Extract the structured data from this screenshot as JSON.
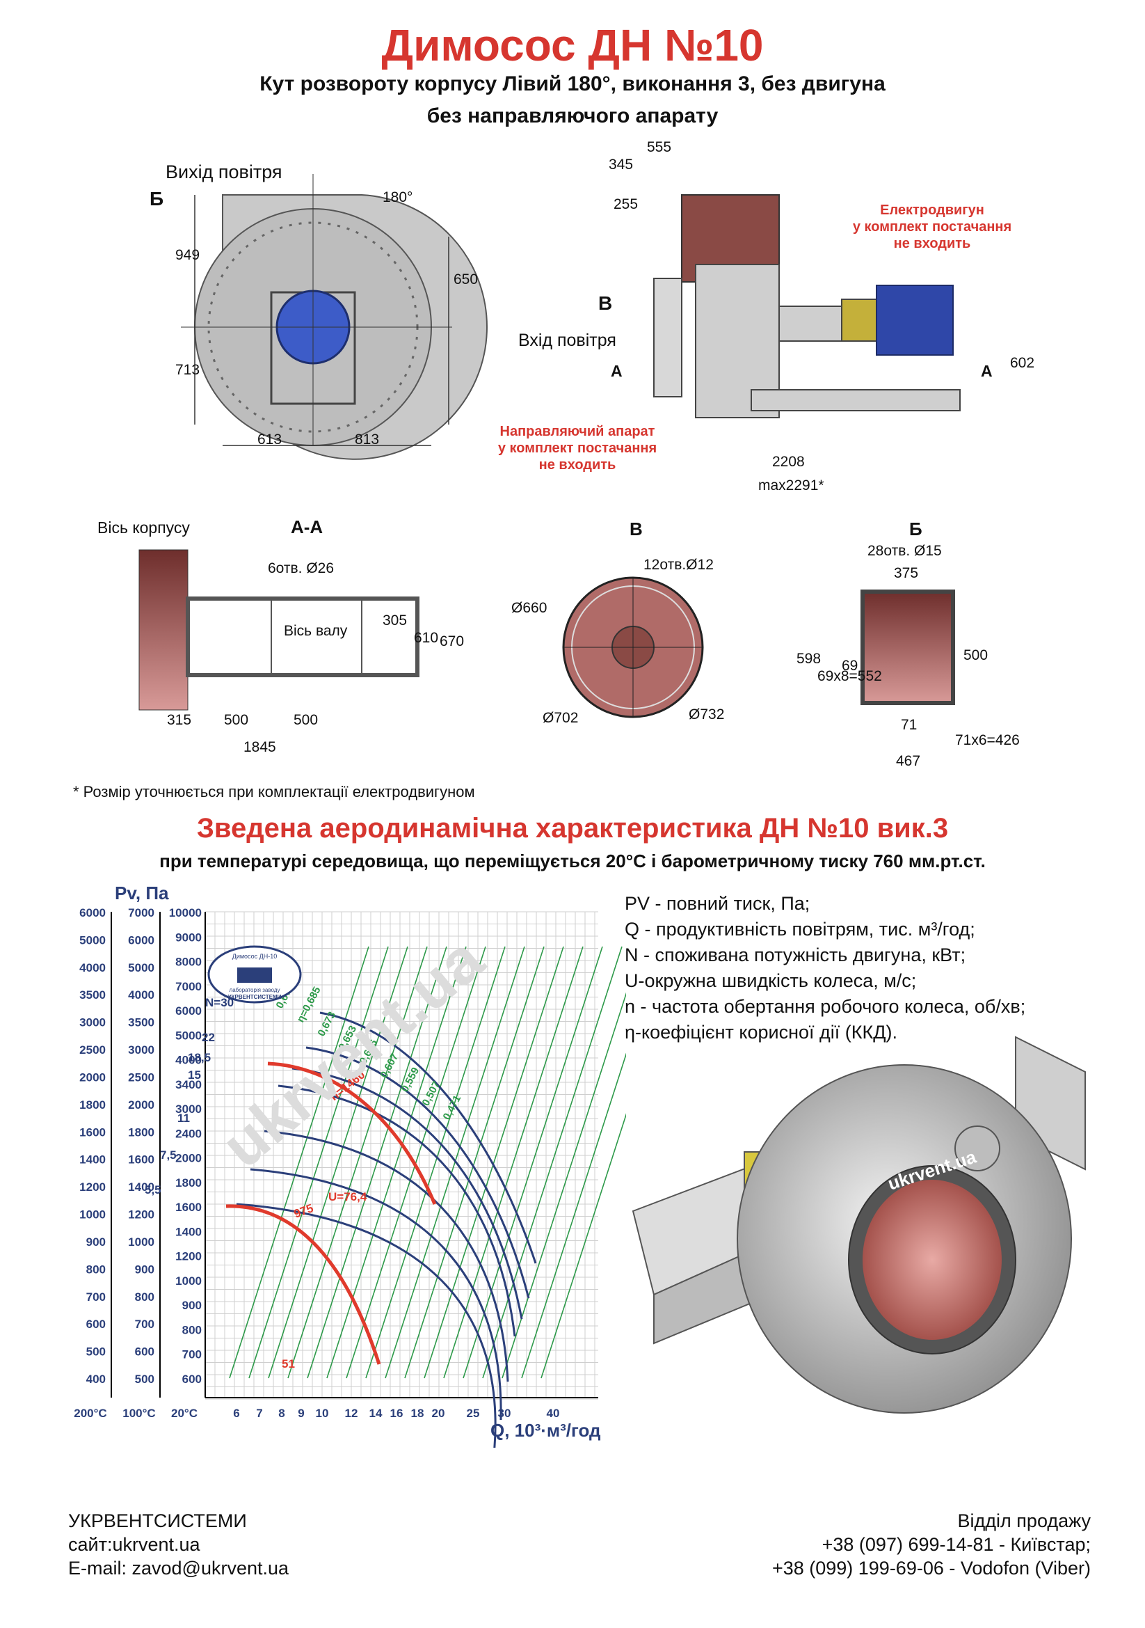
{
  "title": "Димосос  ДН №10",
  "subtitle1": "Кут розвороту корпусу Лівий 180°, виконання 3, без двигуна",
  "subtitle2": "без направляючого апарату",
  "front_view": {
    "outlet_label": "Вихід повітря",
    "mark_b": "Б",
    "angle": "180°",
    "d949": "949",
    "d650": "650",
    "d713": "713",
    "d613": "613",
    "d813": "813"
  },
  "side_view": {
    "d555": "555",
    "d345": "345",
    "d255": "255",
    "mark_v": "В",
    "inlet_label": "Вхід повітря",
    "mark_a": "А",
    "mark_a2": "А",
    "motor_note1": "Електродвигун",
    "motor_note2": "у комплект постачання",
    "motor_note3": "не входить",
    "guide_note1": "Направляючий апарат",
    "guide_note2": "у комплект постачання",
    "guide_note3": "не входить",
    "d602": "602",
    "d2208": "2208",
    "dmax": "max2291*"
  },
  "section_aa": {
    "title": "А-А",
    "axis_body": "Вісь корпусу",
    "holes": "6отв. Ø26",
    "axis_shaft": "Вісь валу",
    "d305": "305",
    "d610": "610",
    "d670": "670",
    "d315": "315",
    "d500a": "500",
    "d500b": "500",
    "d1845": "1845"
  },
  "view_v": {
    "title": "В",
    "holes": "12отв.Ø12",
    "d660": "Ø660",
    "d702": "Ø702",
    "d732": "Ø732"
  },
  "view_b": {
    "title": "Б",
    "holes": "28отв. Ø15",
    "d375": "375",
    "d598": "598",
    "d69x8": "69x8=552",
    "d69": "69",
    "d500": "500",
    "d71": "71",
    "d71x6": "71x6=426",
    "d467": "467"
  },
  "footnote": "* Розмір уточнюється при комплектації електродвигуном",
  "aero_title": "Зведена аеродинамічна характеристика ДН №10 вик.3",
  "aero_subtitle": "при температурі середовища, що переміщується 20°С і барометричному тиску 760 мм.рт.ст.",
  "watermark": "ukrvent.ua",
  "logo": {
    "line1": "Димосос ДН-10",
    "line2": "лабораторія заводу",
    "line3": "УКРВЕНТСИСТЕМИ"
  },
  "legend": [
    "PV - повний тиск, Па;",
    "Q - продуктивність повітрям, тис. м³/год;",
    "N - споживана потужність двигуна, кВт;",
    "U-окружна швидкість колеса, м/с;",
    "n - частота обертання робочого колеса, об/хв;",
    "η-коефіцієнт корисної дії (ККД)."
  ],
  "footer": {
    "company": "УКРВЕНТСИСТЕМИ",
    "site": "сайт:ukrvent.ua",
    "email": "E-mail: zavod@ukrvent.ua",
    "sales": "Відділ продажу",
    "phone1": "+38 (097) 699-14-81 - Київстар;",
    "phone2": "+38 (099) 199-69-06 - Vodofon (Viber)"
  },
  "colors": {
    "title_red": "#d6362f",
    "chart_blue": "#2b3f7a",
    "chart_green": "#2e9a4a",
    "chart_red": "#e03a2c"
  },
  "chart_data": {
    "type": "line",
    "ylabel": "Pv, Па",
    "xlabel": "Q, 10³·м³/год",
    "x_axis_temps": [
      "200°С",
      "100°С",
      "20°С"
    ],
    "x_ticks": [
      "6",
      "7",
      "8",
      "9",
      "10",
      "12",
      "14",
      "16",
      "18",
      "20",
      "25",
      "30",
      "40"
    ],
    "y_200C": [
      "6000",
      "5000",
      "4000",
      "3500",
      "3000",
      "2500",
      "2000",
      "1800",
      "1600",
      "1400",
      "1200",
      "1000",
      "900",
      "800",
      "700",
      "600",
      "500",
      "400"
    ],
    "y_100C": [
      "7000",
      "6000",
      "5000",
      "4000",
      "3500",
      "3000",
      "2500",
      "2000",
      "1800",
      "1600",
      "1400",
      "1200",
      "1000",
      "900",
      "800",
      "700",
      "600",
      "500"
    ],
    "y_20C": [
      "10000",
      "9000",
      "8000",
      "7000",
      "6000",
      "5000",
      "4000",
      "3400",
      "3000",
      "2400",
      "2000",
      "1800",
      "1600",
      "1400",
      "1200",
      "1000",
      "900",
      "800",
      "700",
      "600"
    ],
    "power_labels": [
      "N=30",
      "22",
      "18,5",
      "15",
      "11",
      "7,5",
      "5,5"
    ],
    "efficiency_labels": [
      "0,604",
      "0,653",
      "0,676",
      "η=0,685",
      "0,673",
      "0,653",
      "0,626",
      "0,607",
      "0,559",
      "0,507",
      "0,471"
    ],
    "speed_labels": [
      "n=1460",
      "975"
    ],
    "tip_speed_labels": [
      "U=76,4",
      "51"
    ]
  }
}
